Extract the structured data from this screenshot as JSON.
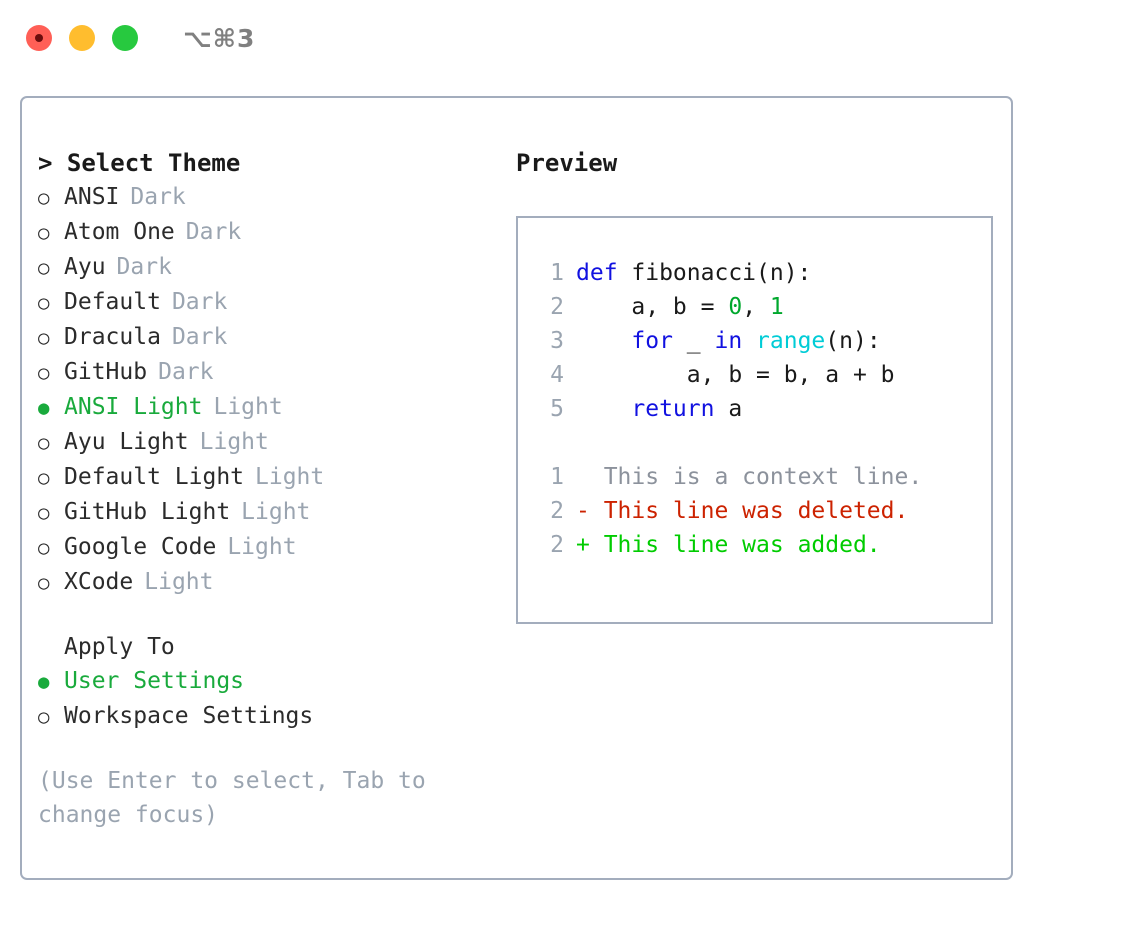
{
  "titlebar": {
    "shortcut": "⌥⌘3",
    "lights": [
      {
        "name": "close",
        "color": "#ff5f56"
      },
      {
        "name": "minimize",
        "color": "#ffbd2e"
      },
      {
        "name": "maximize",
        "color": "#27c93f"
      }
    ]
  },
  "theme_panel": {
    "heading": "> Select Theme",
    "options": [
      {
        "bullet": "○",
        "name": "ANSI",
        "tag": "Dark",
        "selected": false
      },
      {
        "bullet": "○",
        "name": "Atom One",
        "tag": "Dark",
        "selected": false
      },
      {
        "bullet": "○",
        "name": "Ayu",
        "tag": "Dark",
        "selected": false
      },
      {
        "bullet": "○",
        "name": "Default",
        "tag": "Dark",
        "selected": false
      },
      {
        "bullet": "○",
        "name": "Dracula",
        "tag": "Dark",
        "selected": false
      },
      {
        "bullet": "○",
        "name": "GitHub",
        "tag": "Dark",
        "selected": false
      },
      {
        "bullet": "●",
        "name": "ANSI Light",
        "tag": "Light",
        "selected": true
      },
      {
        "bullet": "○",
        "name": "Ayu Light",
        "tag": "Light",
        "selected": false
      },
      {
        "bullet": "○",
        "name": "Default Light",
        "tag": "Light",
        "selected": false
      },
      {
        "bullet": "○",
        "name": "GitHub Light",
        "tag": "Light",
        "selected": false
      },
      {
        "bullet": "○",
        "name": "Google Code",
        "tag": "Light",
        "selected": false
      },
      {
        "bullet": "○",
        "name": "XCode",
        "tag": "Light",
        "selected": false
      }
    ]
  },
  "apply_to": {
    "heading": "Apply To",
    "options": [
      {
        "bullet": "●",
        "name": "User Settings",
        "selected": true
      },
      {
        "bullet": "○",
        "name": "Workspace Settings",
        "selected": false
      }
    ]
  },
  "hint": "(Use Enter to select, Tab to change focus)",
  "preview": {
    "heading": "Preview",
    "code": [
      {
        "num": "1",
        "tokens": [
          {
            "t": "def ",
            "c": "kw"
          },
          {
            "t": "fibonacci(n):",
            "c": "plain"
          }
        ]
      },
      {
        "num": "2",
        "tokens": [
          {
            "t": "    a, b = ",
            "c": "plain"
          },
          {
            "t": "0",
            "c": "num"
          },
          {
            "t": ", ",
            "c": "plain"
          },
          {
            "t": "1",
            "c": "num"
          }
        ]
      },
      {
        "num": "3",
        "tokens": [
          {
            "t": "    ",
            "c": "plain"
          },
          {
            "t": "for",
            "c": "kw"
          },
          {
            "t": " _ ",
            "c": "plain"
          },
          {
            "t": "in",
            "c": "kw"
          },
          {
            "t": " ",
            "c": "plain"
          },
          {
            "t": "range",
            "c": "fn"
          },
          {
            "t": "(n):",
            "c": "plain"
          }
        ]
      },
      {
        "num": "4",
        "tokens": [
          {
            "t": "        a, b = b, a + b",
            "c": "plain"
          }
        ]
      },
      {
        "num": "5",
        "tokens": [
          {
            "t": "    ",
            "c": "plain"
          },
          {
            "t": "return",
            "c": "kw"
          },
          {
            "t": " a",
            "c": "plain"
          }
        ]
      }
    ],
    "diff": [
      {
        "num": "1",
        "marker": "  ",
        "text": "This is a context line.",
        "kind": "ctx"
      },
      {
        "num": "2",
        "marker": "- ",
        "text": "This line was deleted.",
        "kind": "del"
      },
      {
        "num": "2",
        "marker": "+ ",
        "text": "This line was added.",
        "kind": "add"
      }
    ]
  },
  "colors": {
    "accent_green": "#19aa3c",
    "muted_gray": "#9aa4b0",
    "border": "#a3adbd",
    "keyword_blue": "#1111e0",
    "function_cyan": "#00ccd6",
    "number_green": "#00a82d",
    "diff_delete": "#cc2200",
    "diff_add": "#00cc00"
  }
}
